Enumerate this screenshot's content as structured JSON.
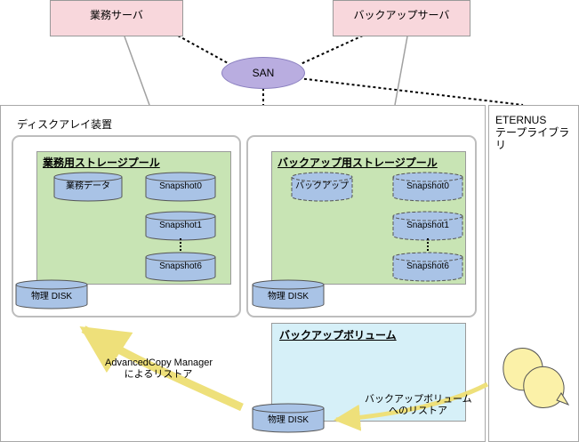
{
  "servers": {
    "business": "業務サーバ",
    "backup": "バックアップサーバ"
  },
  "san": {
    "label": "SAN"
  },
  "disk_array": {
    "title": "ディスクアレイ装置"
  },
  "eternus": {
    "line1": "ETERNUS",
    "line2": "テープライブラリ"
  },
  "business_pool": {
    "title": "業務用ストレージプール",
    "business_data": "業務データ",
    "snapshots": [
      "Snapshot0",
      "Snapshot1",
      "Snapshot6"
    ],
    "physical_disk": "物理 DISK"
  },
  "backup_pool": {
    "title": "バックアップ用ストレージプール",
    "backup": "バックアップ",
    "snapshots": [
      "Snapshot0",
      "Snapshot1",
      "Snapshot6"
    ],
    "physical_disk": "物理 DISK"
  },
  "backup_volume": {
    "title": "バックアップボリューム",
    "physical_disk": "物理 DISK"
  },
  "notes": {
    "acm_line1": "AdvancedCopy Manager",
    "acm_line2": "によるリストア",
    "vol_line1": "バックアップボリューム",
    "vol_line2": "へのリストア"
  },
  "colors": {
    "server_fill": "#f8d7dc",
    "san_fill": "#b9ade0",
    "pool_fill": "#c8e4b4",
    "volume_fill": "#d6f0f8",
    "disk_fill": "#a9c3e6",
    "arrow": "#eee07a",
    "tape_fill": "#fbf1a8"
  }
}
